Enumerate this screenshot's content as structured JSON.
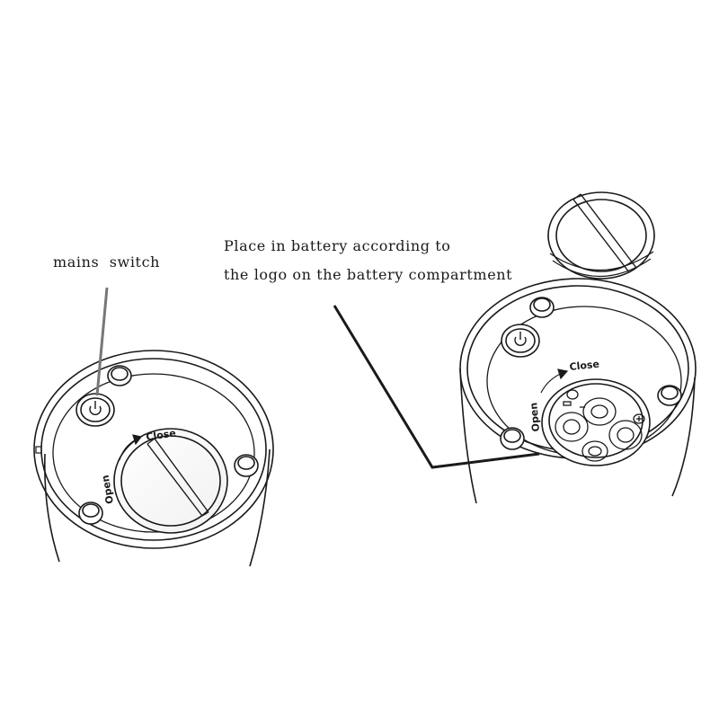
{
  "callouts": {
    "mains_switch": "mains  switch",
    "battery_line_1": "Place in battery according to",
    "battery_line_2": "the logo on the battery compartment"
  },
  "dial_labels": {
    "open": "Open",
    "close": "Close"
  },
  "colors": {
    "ink": "#1a1a1a",
    "pointer_gray": "#777777",
    "background": "#ffffff"
  },
  "icons": [
    "power-icon",
    "battery-icon"
  ]
}
